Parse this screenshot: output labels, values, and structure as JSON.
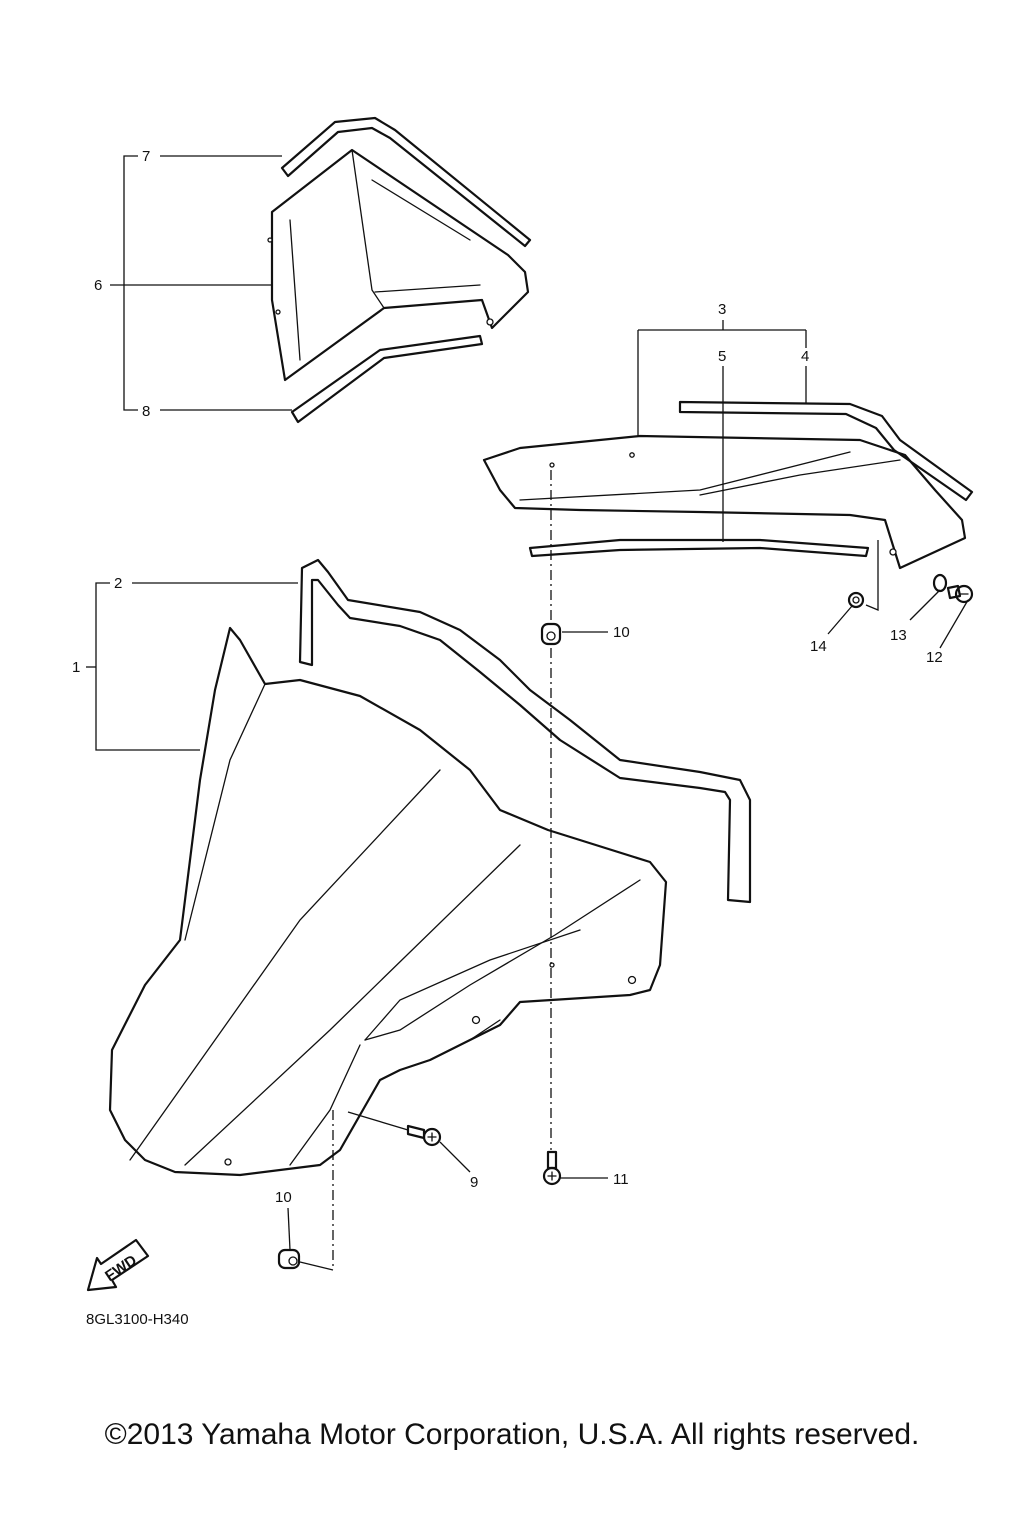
{
  "diagram": {
    "drawing_code": "8GL3100-H340",
    "fwd_label": "FWD",
    "callouts": {
      "c1": "1",
      "c2": "2",
      "c3": "3",
      "c4": "4",
      "c5": "5",
      "c6": "6",
      "c7": "7",
      "c8": "8",
      "c9": "9",
      "c10a": "10",
      "c10b": "10",
      "c11": "11",
      "c12": "12",
      "c13": "13",
      "c14": "14"
    }
  },
  "footer": {
    "copyright": "©2013 Yamaha Motor Corporation, U.S.A. All rights reserved."
  }
}
